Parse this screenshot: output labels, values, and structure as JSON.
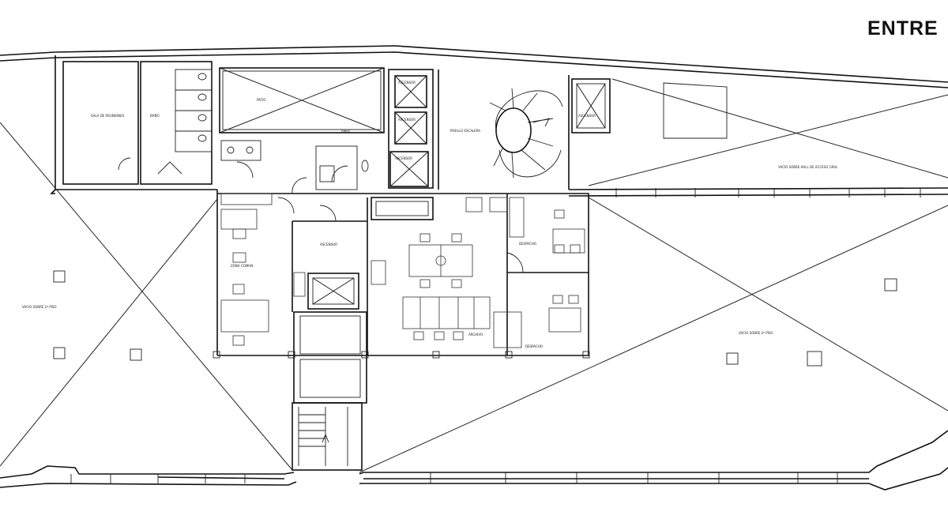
{
  "title": "ENTRE",
  "labels": {
    "sala_reuniones": "SALA DE REUNIONES",
    "bano": "BAÑO",
    "patio": "PATIO",
    "aseo": "ASEO",
    "ascensor_1": "ASCENSOR",
    "ascensor_2": "ASCENSOR",
    "ascensor_3": "ASCENSOR",
    "ascensor_4": "ASCENSOR",
    "ascensor_5": "ASCENSOR",
    "pasillo": "PASILLO ESCALERA",
    "vacio_hall": "VACIO SOBRE HALL DE ACCESO GRAL",
    "vacio_left": "VACIO SOBRE 2º PISO",
    "vacio_right": "VACIO SOBRE 2º PISO",
    "zona_comun": "ZONA COMÚN",
    "despacho_1": "DESPACHO",
    "despacho_2": "DESPACHO",
    "archivo": "ARCHIVO"
  }
}
